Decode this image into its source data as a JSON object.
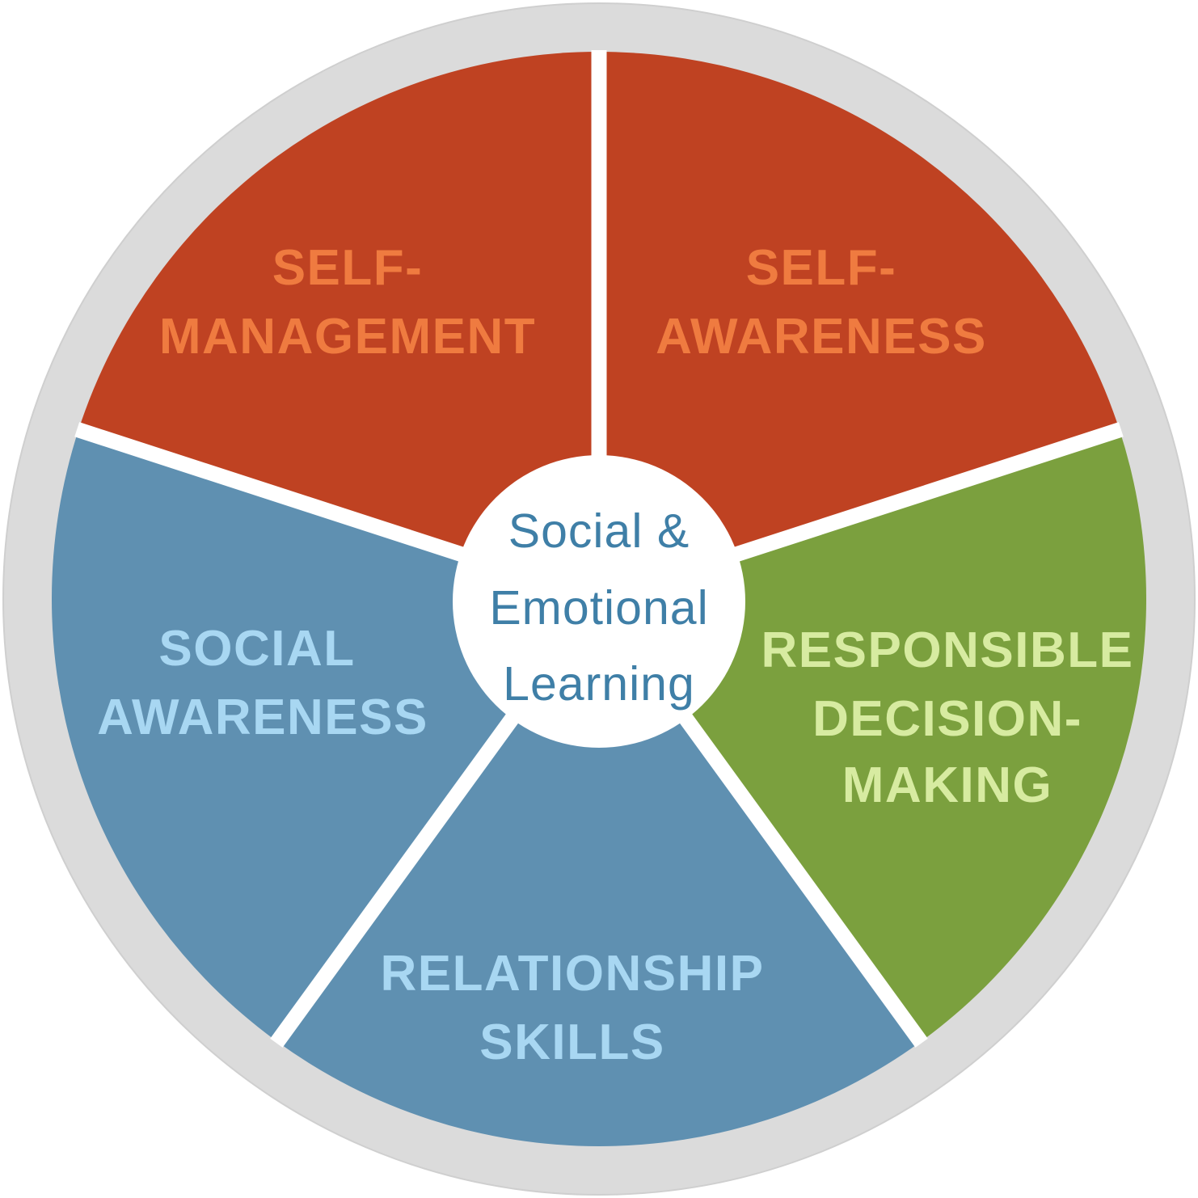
{
  "figure": {
    "title": "Social & Emotional Learning wheel",
    "ring_color": "#DBDBDB",
    "divider_color": "#FFFFFF",
    "center": {
      "fill": "#FFFFFF",
      "text_color": "#3F7FA7",
      "lines": [
        "Social &",
        "Emotional",
        "Learning"
      ]
    },
    "segments": [
      {
        "id": "self-awareness",
        "position": "top-right",
        "angle_start_deg": 0,
        "angle_end_deg": 72,
        "fill": "#BF4222",
        "text_color": "#EF7B40",
        "label_lines": [
          "SELF-",
          "AWARENESS"
        ]
      },
      {
        "id": "responsible-decision-making",
        "position": "right",
        "angle_start_deg": 72,
        "angle_end_deg": 144,
        "fill": "#7BA03E",
        "text_color": "#D7EBA1",
        "label_lines": [
          "RESPONSIBLE",
          "DECISION-",
          "MAKING"
        ]
      },
      {
        "id": "relationship-skills",
        "position": "bottom",
        "angle_start_deg": 144,
        "angle_end_deg": 216,
        "fill": "#5F90B1",
        "text_color": "#A8D7F2",
        "label_lines": [
          "RELATIONSHIP",
          "SKILLS"
        ]
      },
      {
        "id": "social-awareness",
        "position": "left",
        "angle_start_deg": 216,
        "angle_end_deg": 288,
        "fill": "#5F90B1",
        "text_color": "#A8D7F2",
        "label_lines": [
          "SOCIAL",
          "AWARENESS"
        ]
      },
      {
        "id": "self-management",
        "position": "top-left",
        "angle_start_deg": 288,
        "angle_end_deg": 360,
        "fill": "#BF4222",
        "text_color": "#EF7B40",
        "label_lines": [
          "SELF-",
          "MANAGEMENT"
        ]
      }
    ]
  }
}
